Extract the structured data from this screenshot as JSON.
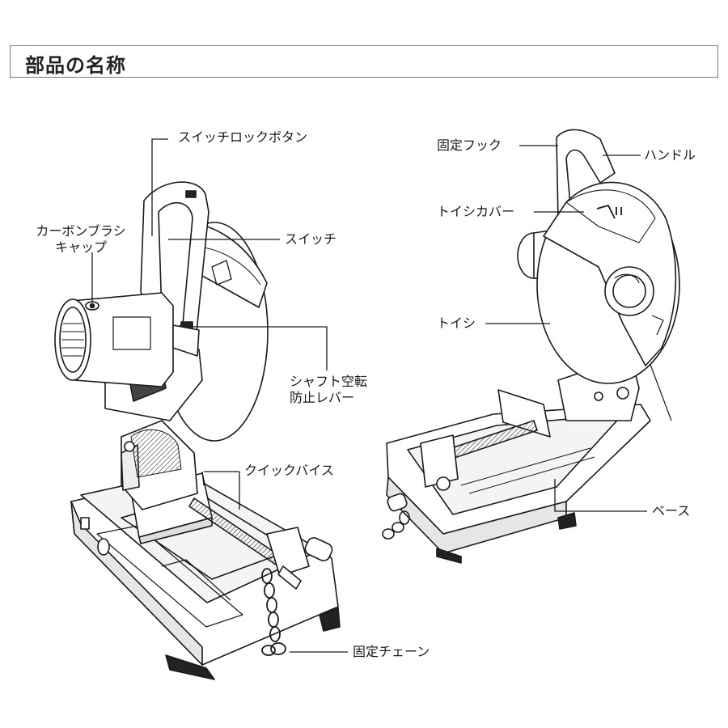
{
  "title": "部品の名称",
  "parts": {
    "switch_lock_button": "スイッチロックボタン",
    "carbon_brush_cap": [
      "カーボンブラシ",
      "キャップ"
    ],
    "switch": "スイッチ",
    "shaft_lock_lever": [
      "シャフト空転",
      "防止レバー"
    ],
    "quick_vise": "クイックバイス",
    "fixing_chain": "固定チェーン",
    "fixing_hook": "固定フック",
    "handle": "ハンドル",
    "wheel_cover": "トイシカバー",
    "wheel": "トイシ",
    "base": "ベース"
  },
  "colors": {
    "line": "#1a1a1a",
    "title_border": "#7a7a7a",
    "shade": "#d9d9d9"
  }
}
